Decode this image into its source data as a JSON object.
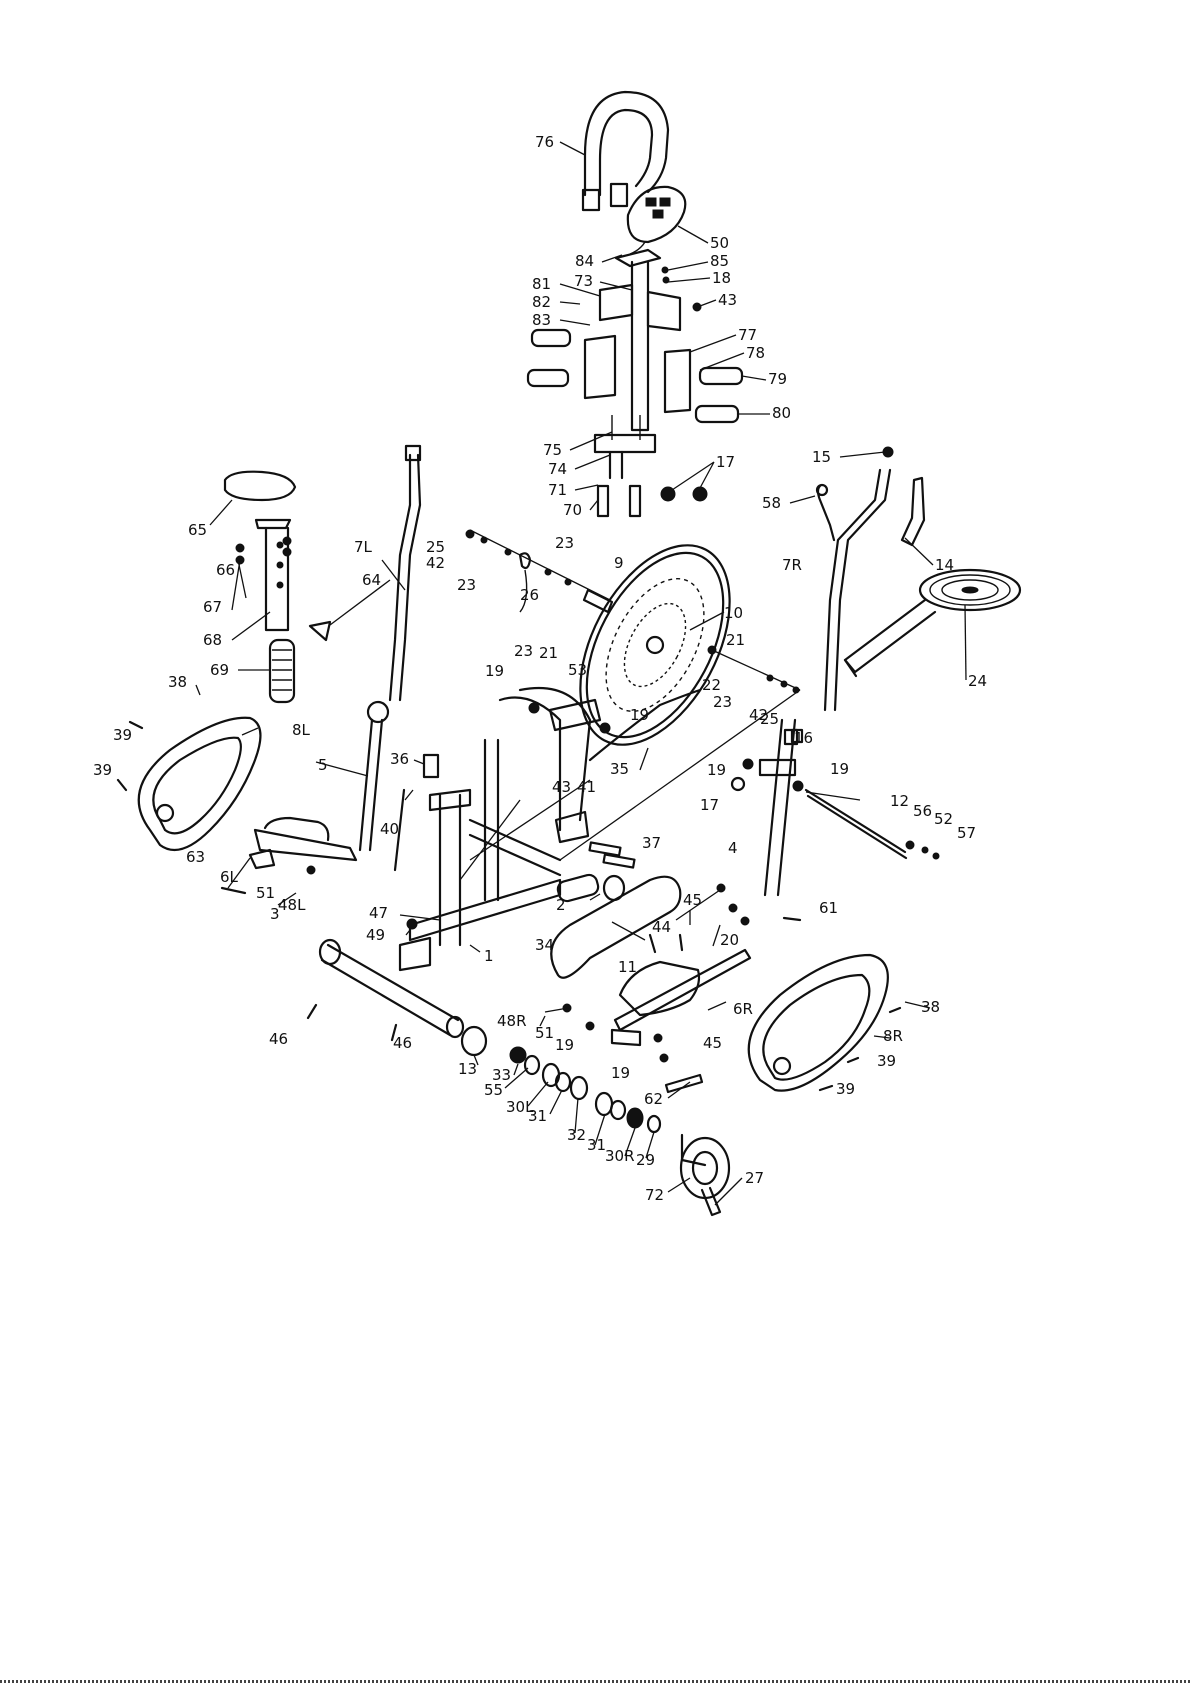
{
  "callouts": [
    "76",
    "50",
    "84",
    "85",
    "18",
    "81",
    "73",
    "82",
    "43",
    "83",
    "77",
    "78",
    "79",
    "80",
    "75",
    "74",
    "71",
    "70",
    "17",
    "15",
    "58",
    "14",
    "65",
    "7L",
    "25",
    "42",
    "23",
    "23",
    "26",
    "23",
    "21",
    "53",
    "9",
    "10",
    "7R",
    "66",
    "67",
    "64",
    "68",
    "69",
    "21",
    "24",
    "38",
    "22",
    "23",
    "42",
    "25",
    "19",
    "19",
    "16",
    "39",
    "8L",
    "39",
    "5",
    "35",
    "36",
    "19",
    "19",
    "43",
    "41",
    "17",
    "12",
    "56",
    "52",
    "57",
    "40",
    "63",
    "37",
    "4",
    "6L",
    "51",
    "48L",
    "2",
    "45",
    "61",
    "47",
    "49",
    "44",
    "1",
    "34",
    "20",
    "3",
    "11",
    "48R",
    "38",
    "6R",
    "46",
    "51",
    "19",
    "45",
    "46",
    "8R",
    "13",
    "33",
    "19",
    "39",
    "55",
    "30L",
    "31",
    "62",
    "39",
    "32",
    "31",
    "30R",
    "29",
    "72",
    "27"
  ]
}
